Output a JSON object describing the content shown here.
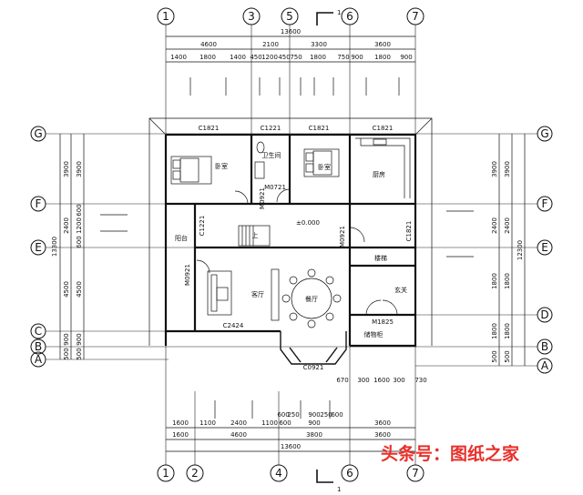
{
  "axes_top": [
    "1",
    "3",
    "5",
    "6",
    "7"
  ],
  "axes_bottom": [
    "1",
    "2",
    "4",
    "6",
    "7"
  ],
  "axes_left": [
    "G",
    "F",
    "E",
    "C",
    "B",
    "A"
  ],
  "axes_right": [
    "G",
    "F",
    "E",
    "D",
    "B",
    "A"
  ],
  "section_mark": "1",
  "dims_top": {
    "overall": "13600",
    "row2": [
      "4600",
      "2100",
      "3300",
      "3600"
    ],
    "row3": [
      "1400",
      "1800",
      "1400",
      "450",
      "1200",
      "450",
      "750",
      "1800",
      "750",
      "900",
      "1800",
      "900"
    ]
  },
  "dims_bottom": {
    "overall": "13600",
    "row2": [
      "1600",
      "4600",
      "3800",
      "3600"
    ],
    "row1": [
      "1600",
      "1100",
      "2400",
      "1100",
      "600",
      "900",
      "3600"
    ],
    "porch": [
      "600",
      "250",
      "900",
      "250",
      "600"
    ],
    "porch2": [
      "670",
      "300",
      "1600",
      "300",
      "730"
    ]
  },
  "dims_left": {
    "overall": "13300",
    "col2": [
      "3900",
      "2400",
      "4500",
      "900",
      "500"
    ],
    "col1": [
      "3900",
      "600",
      "1200",
      "600",
      "4500",
      "900",
      "500"
    ]
  },
  "dims_right": {
    "overall": "12300",
    "col2": [
      "3900",
      "2400",
      "1800",
      "1800",
      "500"
    ],
    "col1": [
      "3900",
      "2400",
      "1800",
      "1800",
      "500"
    ]
  },
  "rooms": {
    "bedroom1": "卧室",
    "bathroom": "卫生间",
    "bedroom2": "卧室",
    "kitchen": "厨房",
    "balcony": "阳台",
    "living": "客厅",
    "dining": "餐厅",
    "stair": "上",
    "stair_room": "楼梯",
    "entry": "玄关",
    "storage": "储物柜"
  },
  "labels": {
    "c1821_a": "C1821",
    "c1221": "C1221",
    "c1821_b": "C1821",
    "c1821_c": "C1821",
    "m0721": "M0721",
    "m0921_a": "M0921",
    "m0921_b": "M0921",
    "m0921_c": "M0921",
    "m1825": "M1825",
    "c2424": "C2424",
    "c0921": "C0921",
    "c1221_v": "C1221",
    "c1821_v": "C1821",
    "level": "±0.000"
  },
  "watermark": "头条号：图纸之家"
}
